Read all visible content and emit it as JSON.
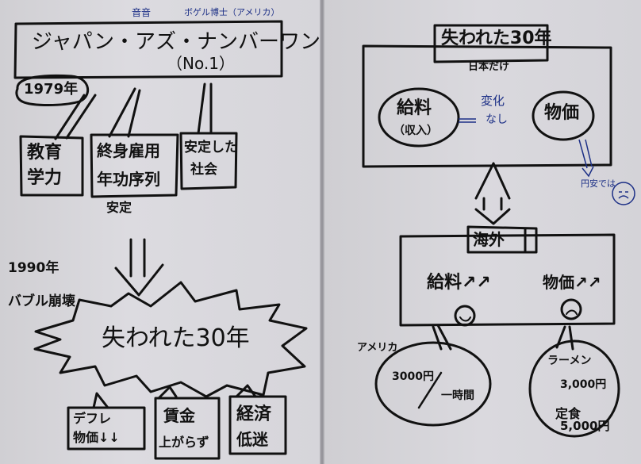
{
  "left": {
    "annotation_pronunciation": "音音",
    "annotation_author": "ボゲル博士（アメリカ）",
    "title_line1": "ジャパン・アズ・ナンバーワン",
    "title_line2": "（No.1）",
    "year_1979": "1979年",
    "box_education": [
      "教育",
      "学力"
    ],
    "box_employment": [
      "終身雇用",
      "年功序列"
    ],
    "employment_note": "安定",
    "box_society": [
      "安定した",
      "社会"
    ],
    "year_1990": "1990年",
    "bubble_burst": "バブル崩壊",
    "burst_text": "失われた30年",
    "box_deflation": [
      "デフレ",
      "物価↓↓"
    ],
    "box_wages": [
      "賃金",
      "上がらず"
    ],
    "box_economy": [
      "経済",
      "低迷"
    ]
  },
  "right": {
    "title": "失われた30年",
    "subtitle": "日本だけ",
    "wage_circle": [
      "給料",
      "（収入）"
    ],
    "wage_note": [
      "変化",
      "なし"
    ],
    "price_circle": "物価",
    "yen_note": "円安では",
    "overseas_label": "海外",
    "wage_up": "給料↗↗",
    "price_up": "物価↗↗",
    "america_label": "アメリカ",
    "bubble1_amount": "3000円",
    "bubble1_unit": "一時間",
    "bubble2_item1": "ラーメン",
    "bubble2_price1": "3,000円",
    "bubble2_item2": "定食",
    "bubble2_price2": "5,000円"
  }
}
